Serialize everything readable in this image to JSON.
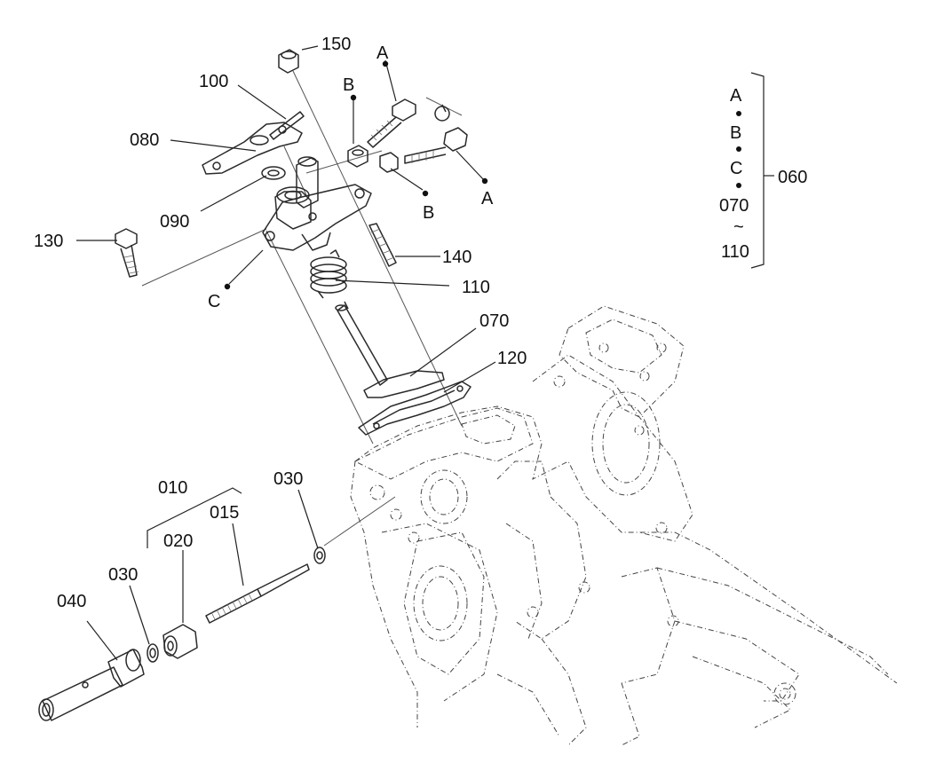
{
  "labels": {
    "p010": "010",
    "p015": "015",
    "p020": "020",
    "p030a": "030",
    "p030b": "030",
    "p040": "040",
    "p060": "060",
    "p070": "070",
    "p080": "080",
    "p090": "090",
    "p100": "100",
    "p110": "110",
    "p120": "120",
    "p130": "130",
    "p140": "140",
    "p150": "150",
    "refA1": "A",
    "refA2": "A",
    "refB1": "B",
    "refB2": "B",
    "refC1": "C"
  },
  "legend": {
    "a": "A",
    "b": "B",
    "c": "C",
    "from": "070",
    "tilde": "~",
    "to": "110"
  },
  "colors": {
    "line": "#2a2a2a",
    "text": "#111111",
    "background": "#ffffff"
  }
}
